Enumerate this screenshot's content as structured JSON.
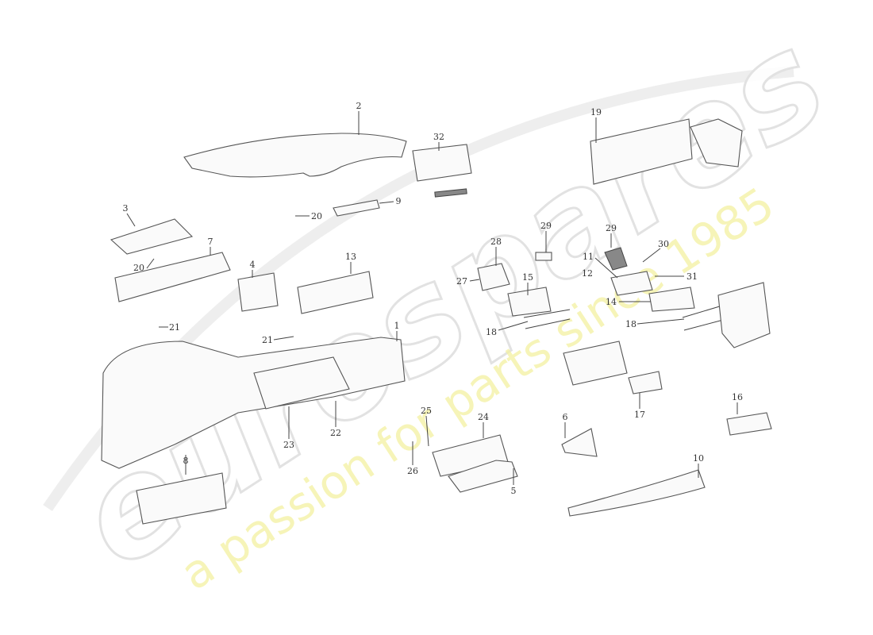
{
  "watermark": {
    "brand": "eurospares",
    "slogan": "a passion for parts since 1985",
    "slogan_color": "#f3f0a0"
  },
  "callouts": [
    "2",
    "32",
    "19",
    "3",
    "20",
    "9",
    "20",
    "7",
    "4",
    "13",
    "28",
    "29",
    "29",
    "30",
    "11",
    "12",
    "31",
    "27",
    "15",
    "14",
    "18",
    "18",
    "21",
    "21",
    "1",
    "25",
    "24",
    "6",
    "16",
    "17",
    "23",
    "22",
    "26",
    "5",
    "8",
    "10"
  ]
}
